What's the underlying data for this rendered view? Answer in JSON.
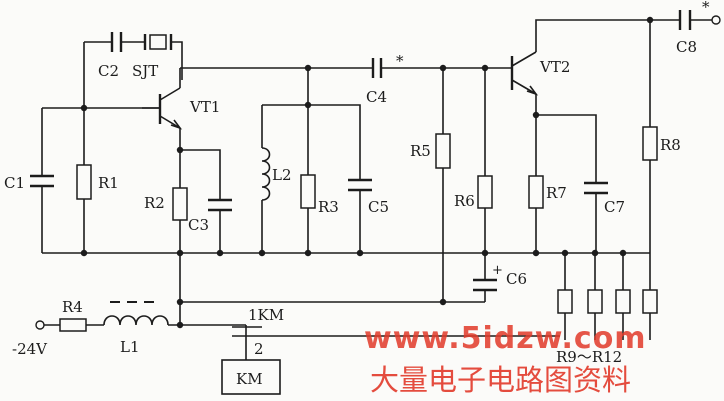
{
  "labels": {
    "c1": "C1",
    "r1": "R1",
    "c2": "C2",
    "sjt": "SJT",
    "vt1": "VT1",
    "r2": "R2",
    "c3": "C3",
    "l2": "L2",
    "r3": "R3",
    "c5": "C5",
    "c4": "C4",
    "r5": "R5",
    "r6": "R6",
    "vt2": "VT2",
    "r7": "R7",
    "c7": "C7",
    "c8": "C8",
    "r8": "R8",
    "c6": "C6",
    "r9r12": "R9～R12",
    "r4": "R4",
    "l1": "L1",
    "supply": "-24V",
    "km_contact": "1KM",
    "km_contact_num": "2",
    "km_coil": "KM",
    "star_c4": "*",
    "star_out": "*"
  },
  "watermark": {
    "url": "www.5idzw.com",
    "title": "大量电子电路图资料"
  },
  "colors": {
    "wire": "#1c1c1c",
    "watermark": "#e23a2a"
  }
}
